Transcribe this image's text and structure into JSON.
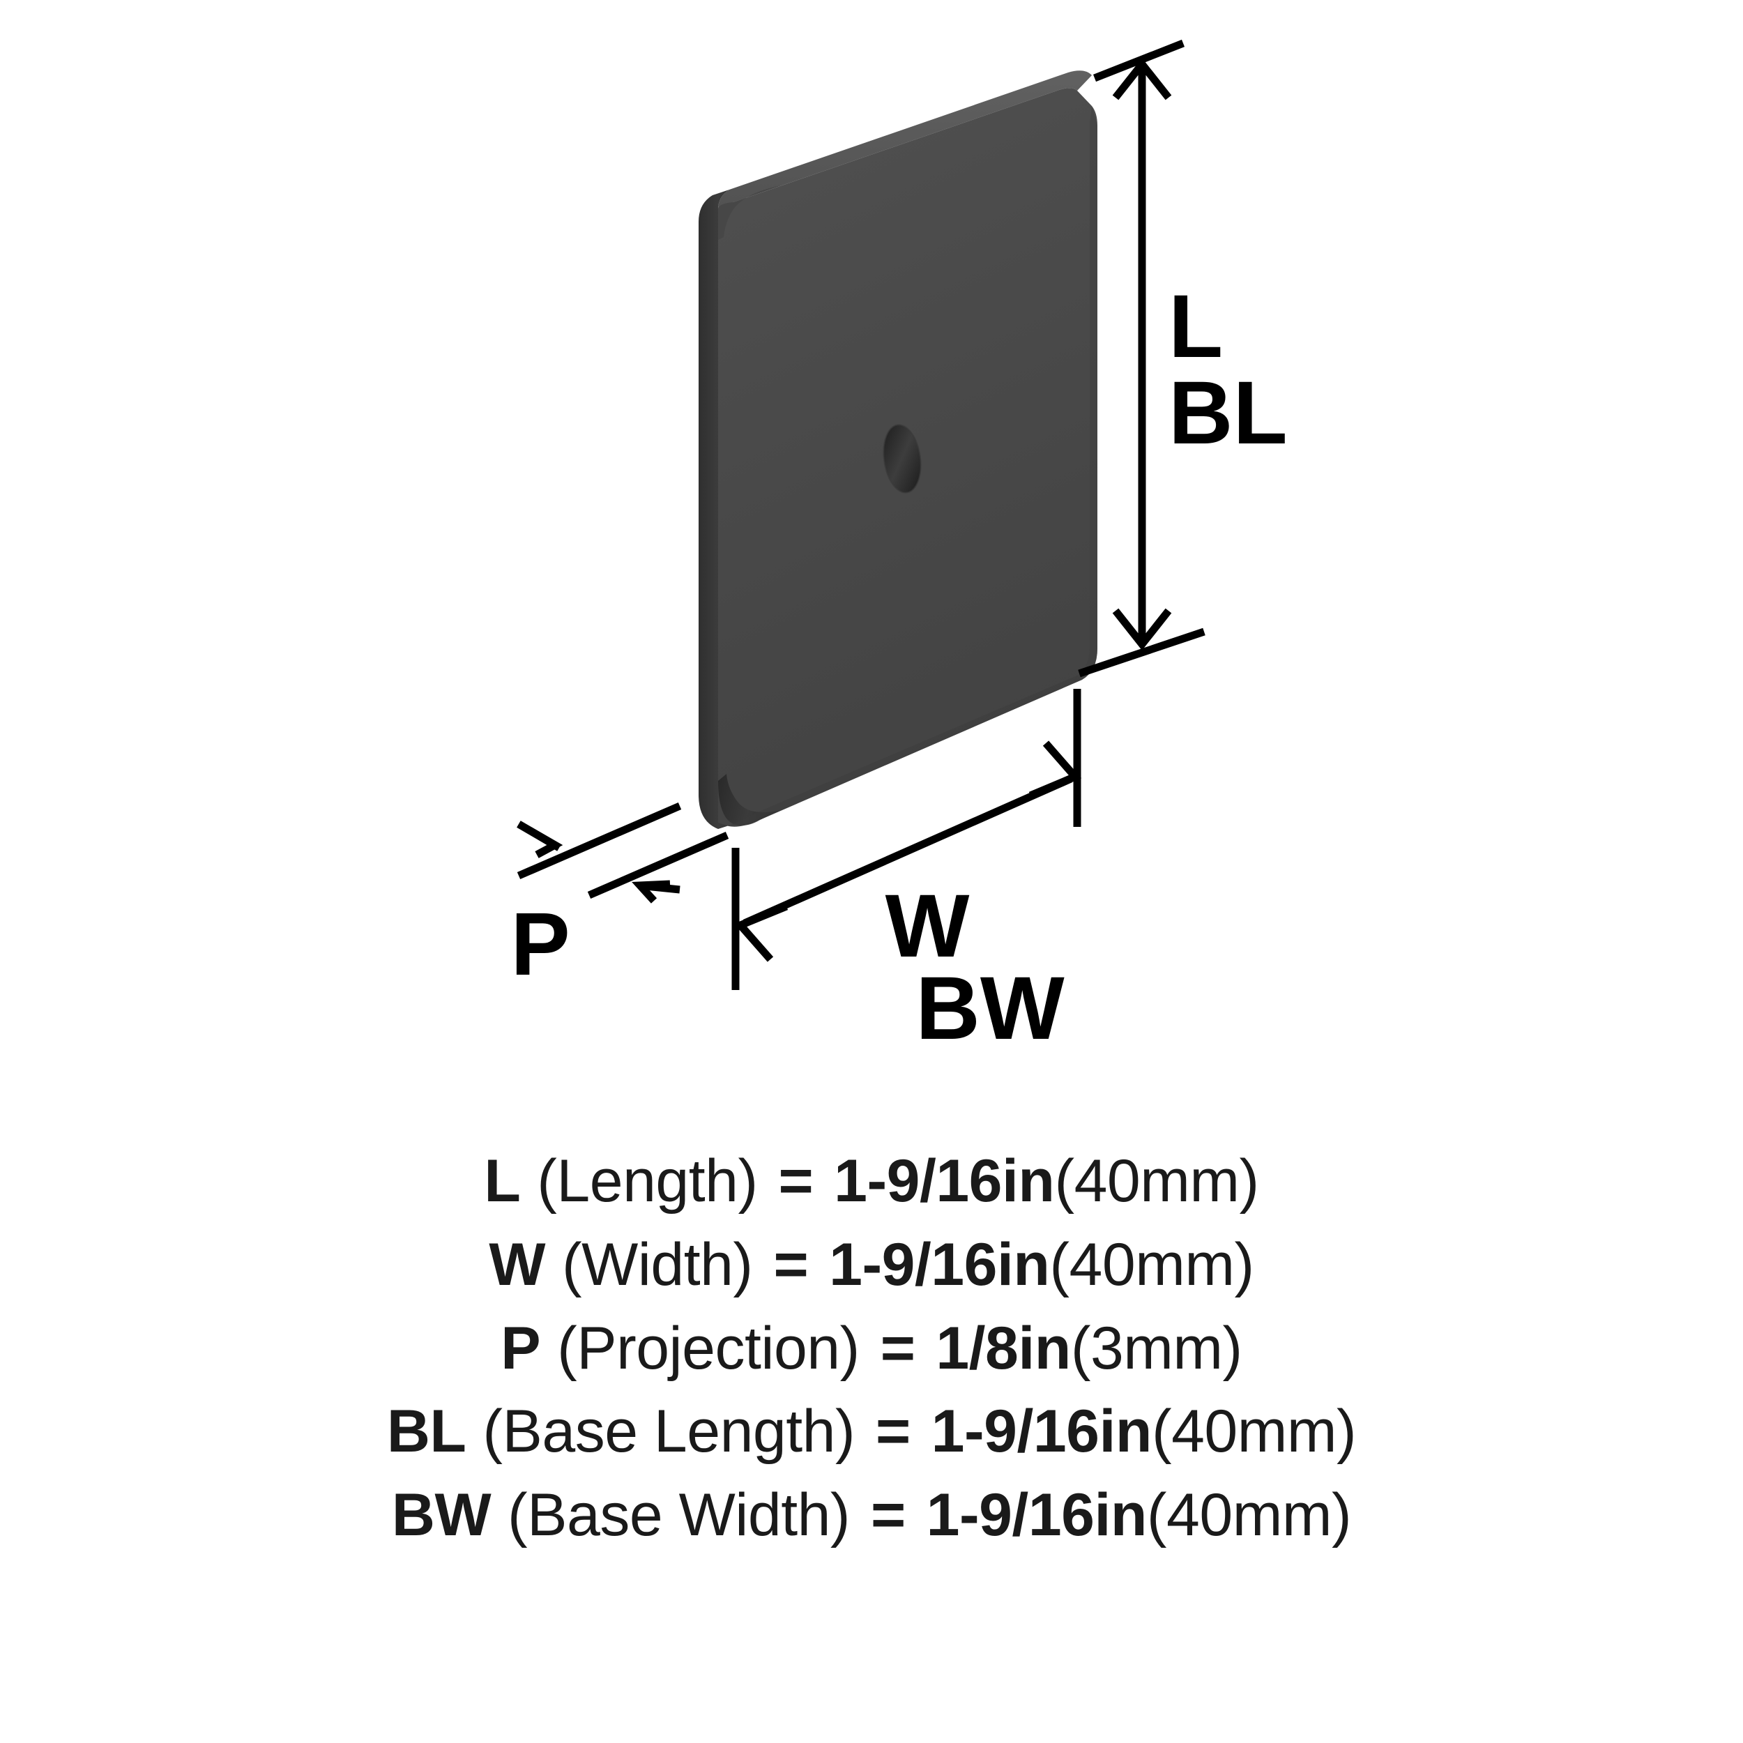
{
  "diagram": {
    "product": {
      "name": "square-cabinet-backplate",
      "finish_color": "#4a4a4a",
      "top_bevel_color": "#585858",
      "side_face_color": "#3a3a3a",
      "hole_color": "#2b2b2b"
    },
    "callouts": {
      "length_primary": "L",
      "length_secondary": "BL",
      "width_primary": "W",
      "width_secondary": "BW",
      "projection": "P"
    }
  },
  "legend": {
    "rows": [
      {
        "symbol": "L",
        "name": "(Length)",
        "equals": "=",
        "value": "1-9/16in",
        "metric": "(40mm)"
      },
      {
        "symbol": "W",
        "name": "(Width)",
        "equals": "=",
        "value": "1-9/16in",
        "metric": "(40mm)"
      },
      {
        "symbol": "P",
        "name": "(Projection)",
        "equals": "=",
        "value": "1/8in",
        "metric": "(3mm)"
      },
      {
        "symbol": "BL",
        "name": "(Base Length)",
        "equals": "=",
        "value": "1-9/16in",
        "metric": "(40mm)"
      },
      {
        "symbol": "BW",
        "name": "(Base Width)",
        "equals": "=",
        "value": "1-9/16in",
        "metric": "(40mm)"
      }
    ]
  }
}
